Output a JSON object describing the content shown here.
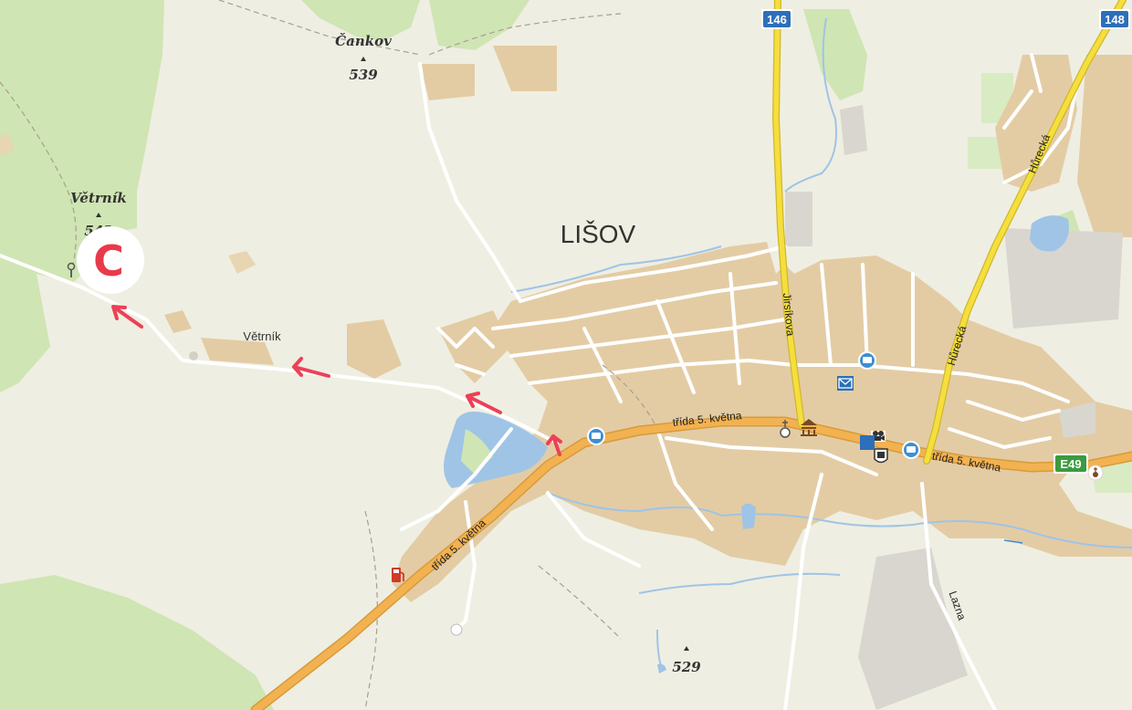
{
  "map": {
    "town": "LIŠOV",
    "village": "Větrník",
    "peaks": [
      {
        "name": "Čankov",
        "elevation": "539"
      },
      {
        "name": "Větrník",
        "elevation": "542"
      },
      {
        "name": "",
        "elevation": "529"
      }
    ],
    "streets": [
      "třída 5. května",
      "třída 5. května",
      "třída 5. května",
      "Jirsíkova",
      "Hůrecká",
      "Hůrecká",
      "Lazna"
    ],
    "road_shields": [
      "146",
      "148",
      "E49"
    ],
    "marker": {
      "letter": "C",
      "color": "#e83a4a"
    },
    "colors": {
      "land": "#efeee2",
      "forest": "#cfe5b4",
      "urban": "#e3cca4",
      "water": "#9fc4e6",
      "major_road": "#f2b251",
      "secondary_road": "#f6de3c",
      "route_arrow": "#ec4156",
      "bus_icon": "#3b8fd4",
      "shield_blue": "#2d6fb8",
      "shield_green": "#3b9b3e"
    },
    "icons": [
      "bus-stop-icon",
      "post-office-icon",
      "museum-icon",
      "church-icon",
      "cinema-icon",
      "castle-icon",
      "fuel-station-icon",
      "transmitter-icon",
      "cemetery-icon"
    ]
  }
}
